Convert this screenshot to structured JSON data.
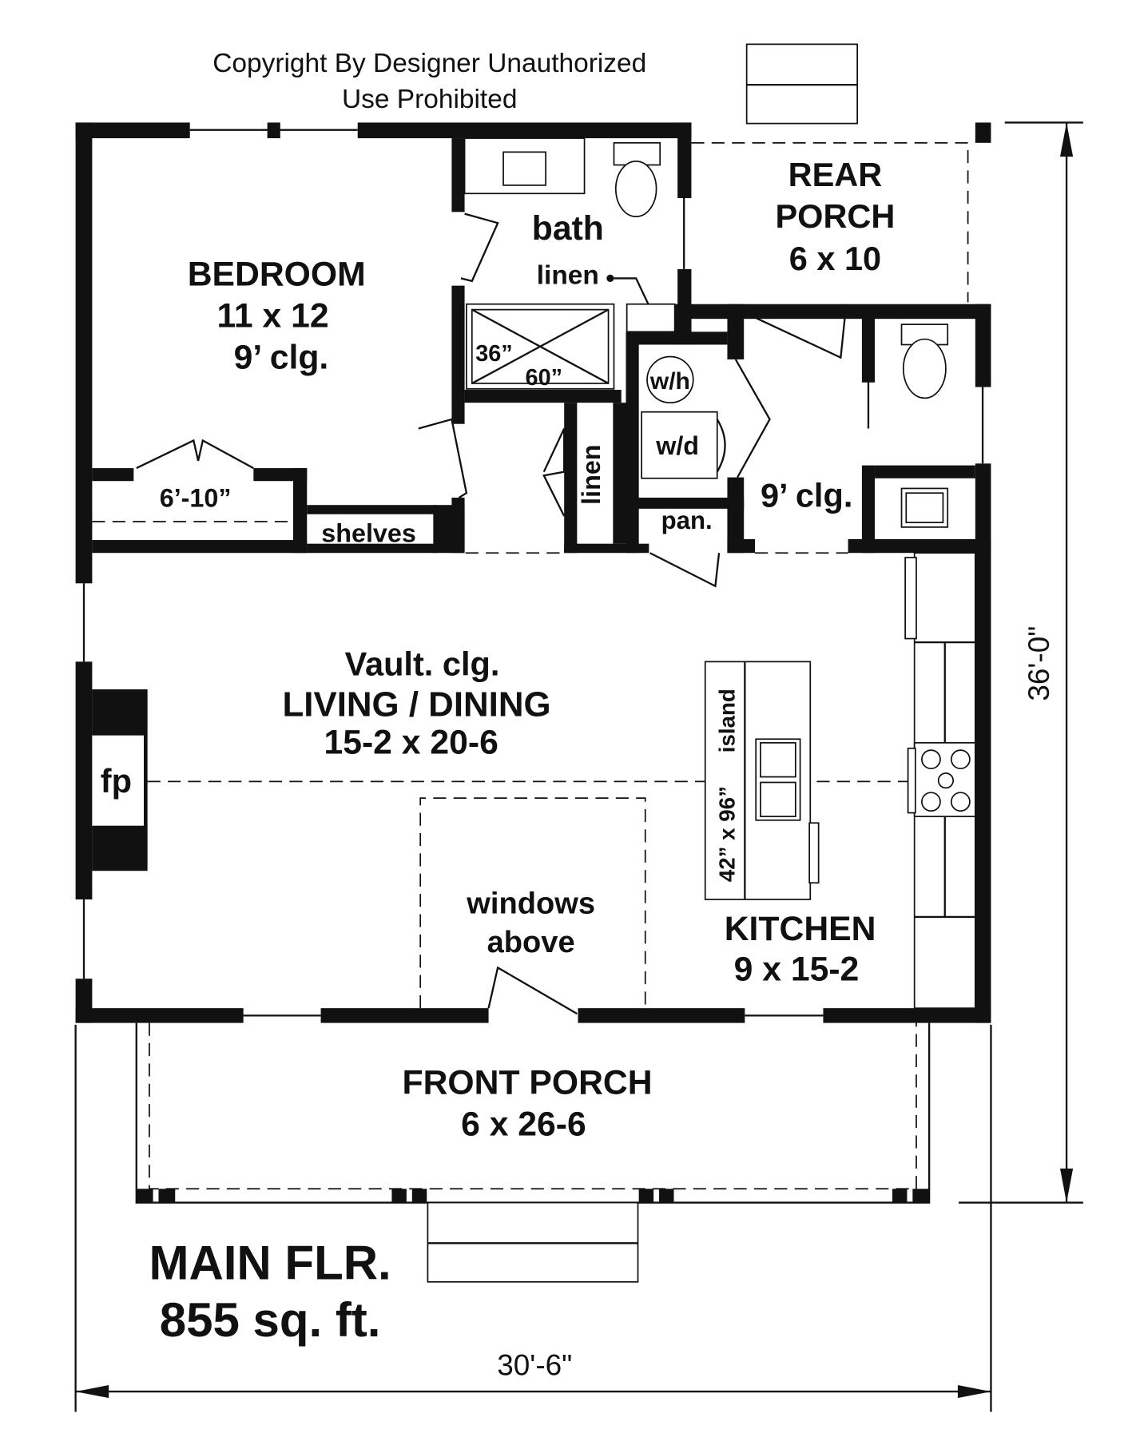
{
  "copyright": {
    "line1": "Copyright By Designer Unauthorized",
    "line2": "Use Prohibited"
  },
  "rooms": {
    "bedroom": {
      "name": "BEDROOM",
      "size": "11 x 12",
      "ceiling": "9’ clg."
    },
    "closet_width": "6’-10”",
    "shelves": "shelves",
    "bath": {
      "name": "bath",
      "linen": "linen"
    },
    "shower": {
      "w": "36”",
      "l": "60”"
    },
    "rear_porch": {
      "line1": "REAR",
      "line2": "PORCH",
      "size": "6 x 10"
    },
    "water_heater": "w/h",
    "washer_dryer": "w/d",
    "hall_linen": "linen",
    "pantry": "pan.",
    "half_bath_ceiling": "9’ clg.",
    "living": {
      "ceiling": "Vault. clg.",
      "name": "LIVING / DINING",
      "size": "15-2 x 20-6"
    },
    "fireplace": "fp",
    "windows": {
      "line1": "windows",
      "line2": "above"
    },
    "island": {
      "label": "island",
      "size": "42” x 96”"
    },
    "kitchen": {
      "name": "KITCHEN",
      "size": "9 x 15-2"
    },
    "front_porch": {
      "name": "FRONT PORCH",
      "size": "6 x 26-6"
    }
  },
  "summary": {
    "title": "MAIN FLR.",
    "area": "855 sq. ft."
  },
  "dimensions": {
    "width": "30'-6\"",
    "depth": "36'-0\""
  }
}
